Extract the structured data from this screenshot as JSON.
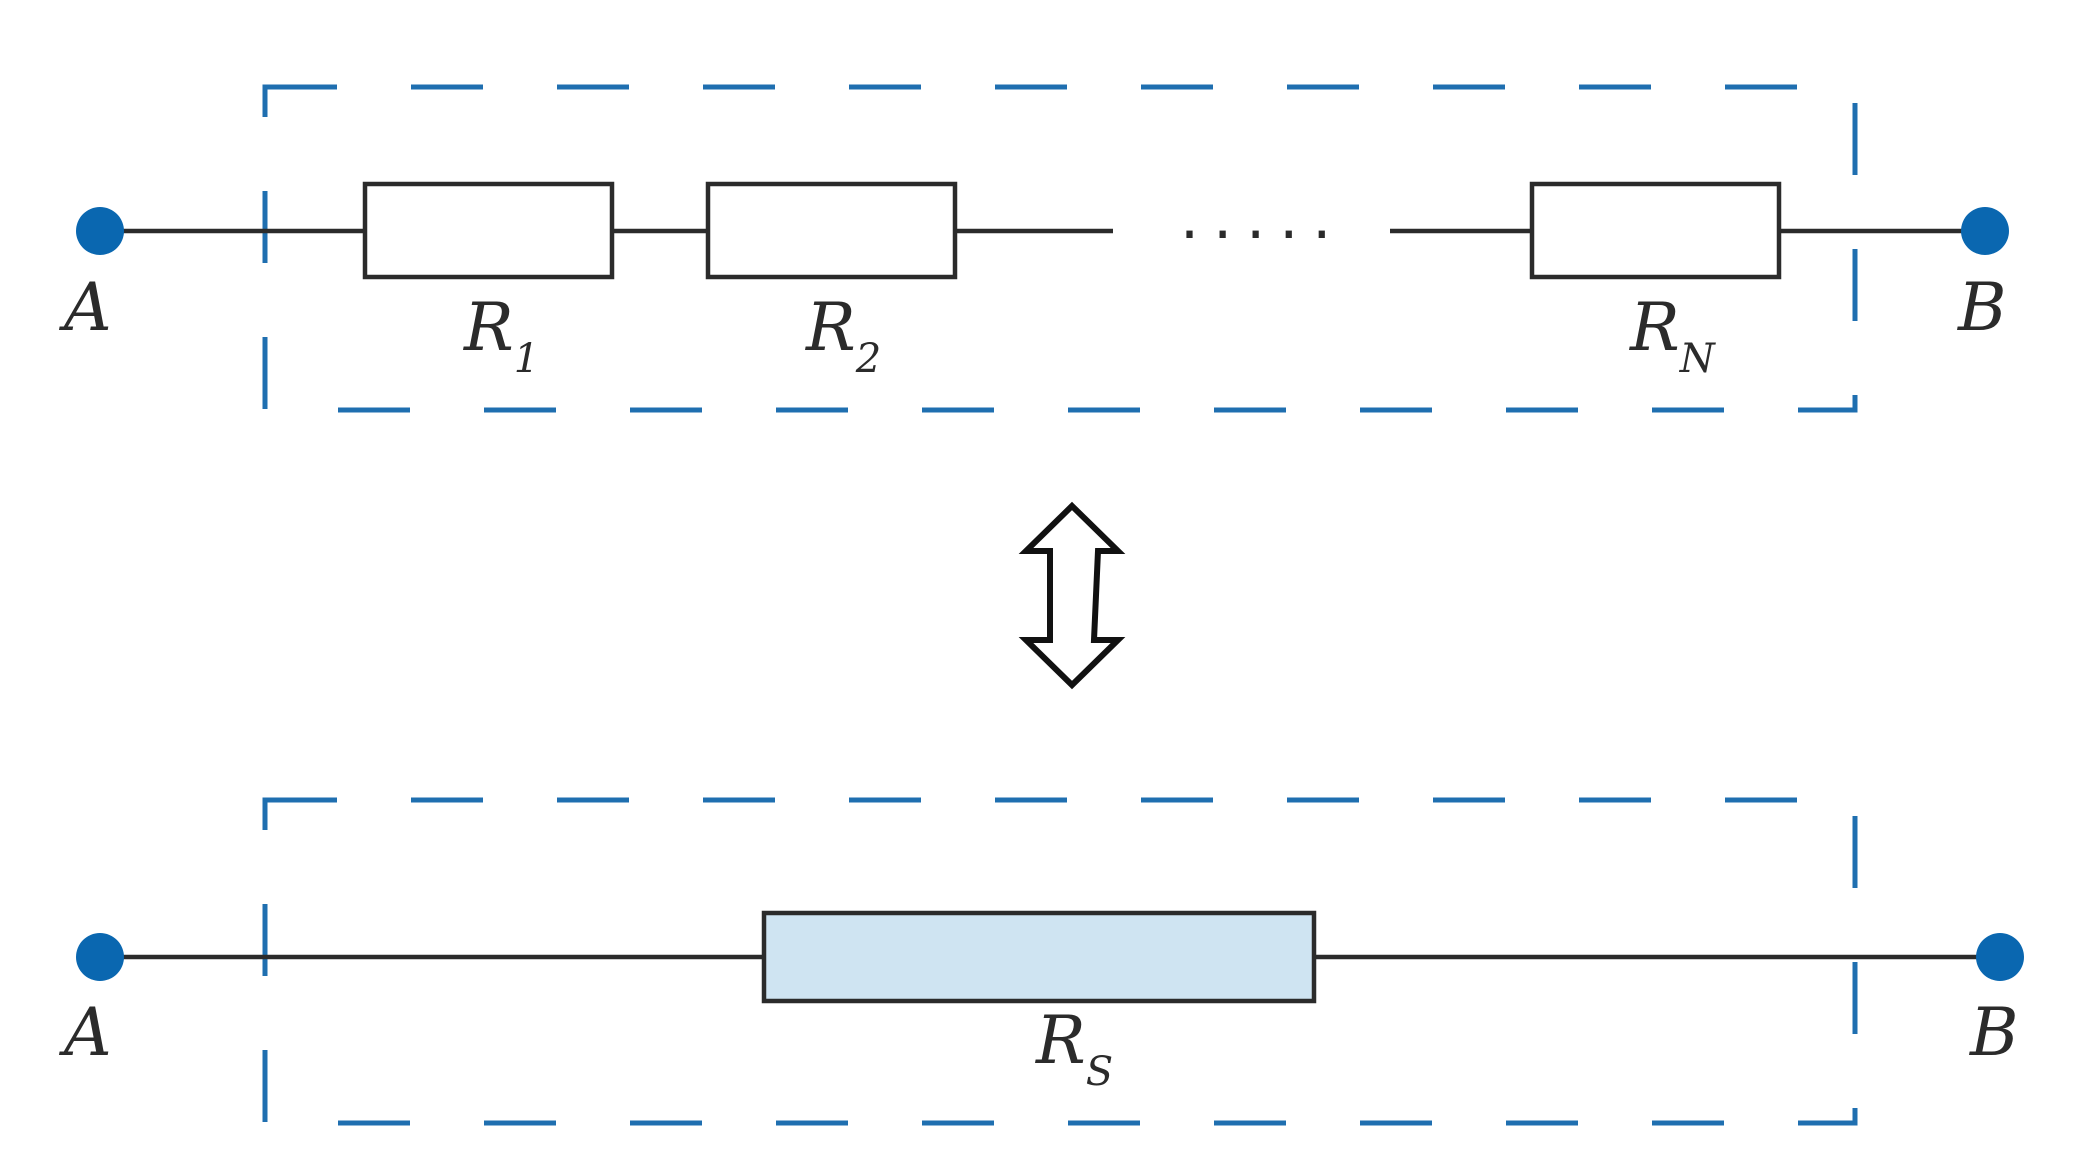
{
  "top_circuit": {
    "terminal_left": "A",
    "terminal_right": "B",
    "resistors": [
      {
        "letter": "R",
        "sub": "1"
      },
      {
        "letter": "R",
        "sub": "2"
      },
      {
        "letter": "R",
        "sub": "N"
      }
    ],
    "ellipsis": "....."
  },
  "bottom_circuit": {
    "terminal_left": "A",
    "terminal_right": "B",
    "resistor": {
      "letter": "R",
      "sub": "S",
      "fill_color": "#cfe4f2"
    }
  },
  "colors": {
    "dashed_box": "#1f6fb0",
    "terminals": "#0a67b0",
    "wire": "#2b2b2b"
  },
  "equivalence_symbol": "double-headed-vertical-arrow"
}
